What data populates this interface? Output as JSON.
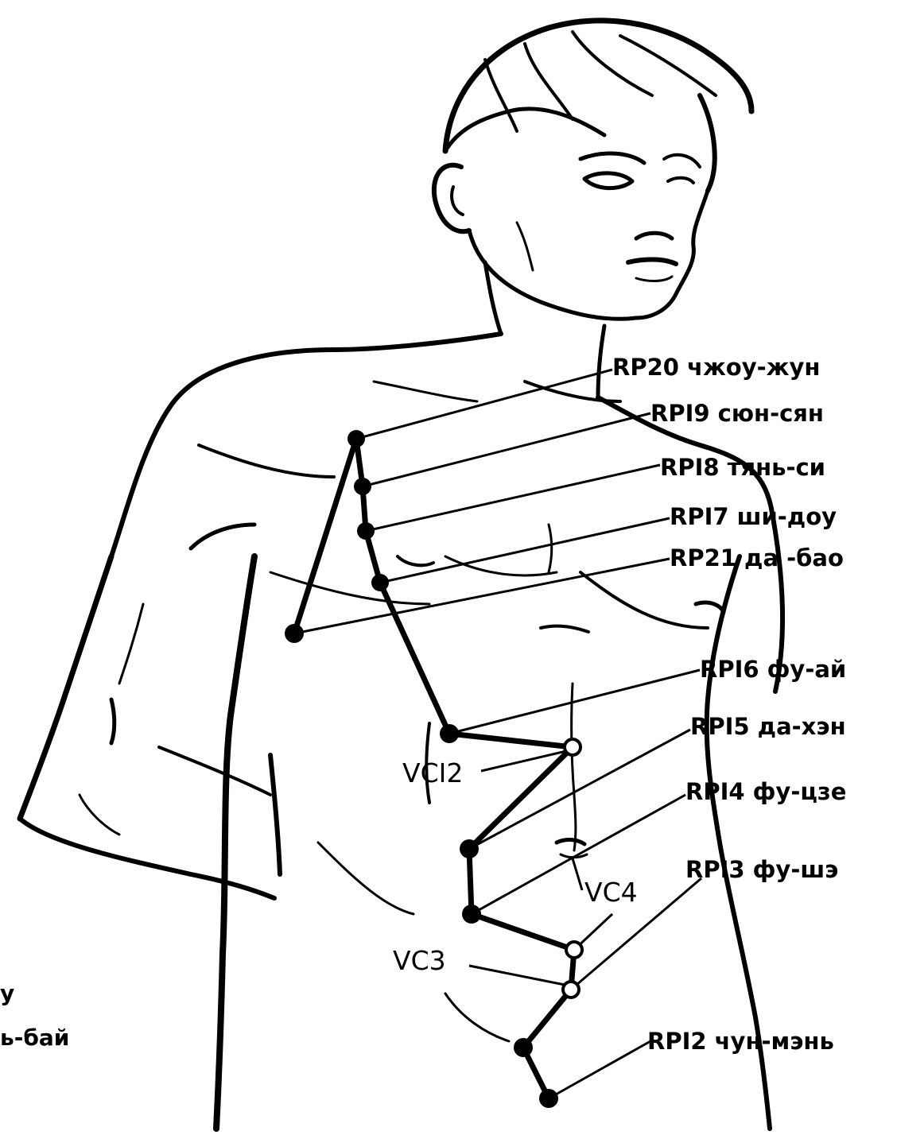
{
  "labels": {
    "rp20": "RP20 чжоу-жун",
    "rp19": "RPI9 сюн-сян",
    "rp18": "RPI8 тянь-си",
    "rp17": "RPI7 ши-доу",
    "rp21": "RP21 да -бао",
    "rp16": "RPI6 фу-ай",
    "rp15": "RPI5 да-хэн",
    "rp14": "RPI4 фу-цзе",
    "rp13": "RPI3 фу-шэ",
    "rp12": "RPI2 чун-мэнь",
    "vc12": "VCI2",
    "vc4": "VC4",
    "vc3": "VC3",
    "edge_1": "у",
    "edge_2": "ь-бай"
  },
  "colors": {
    "ink": "#000000",
    "paper": "#ffffff"
  }
}
